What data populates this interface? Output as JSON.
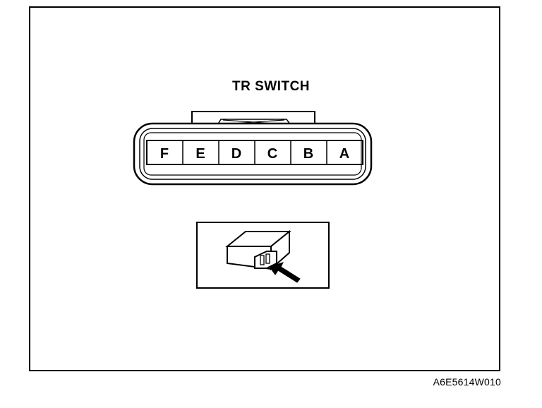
{
  "title": "TR SWITCH",
  "pins": [
    "F",
    "E",
    "D",
    "C",
    "B",
    "A"
  ],
  "view_icon": "connector-view-arrow-icon",
  "code": "A6E5614W010"
}
